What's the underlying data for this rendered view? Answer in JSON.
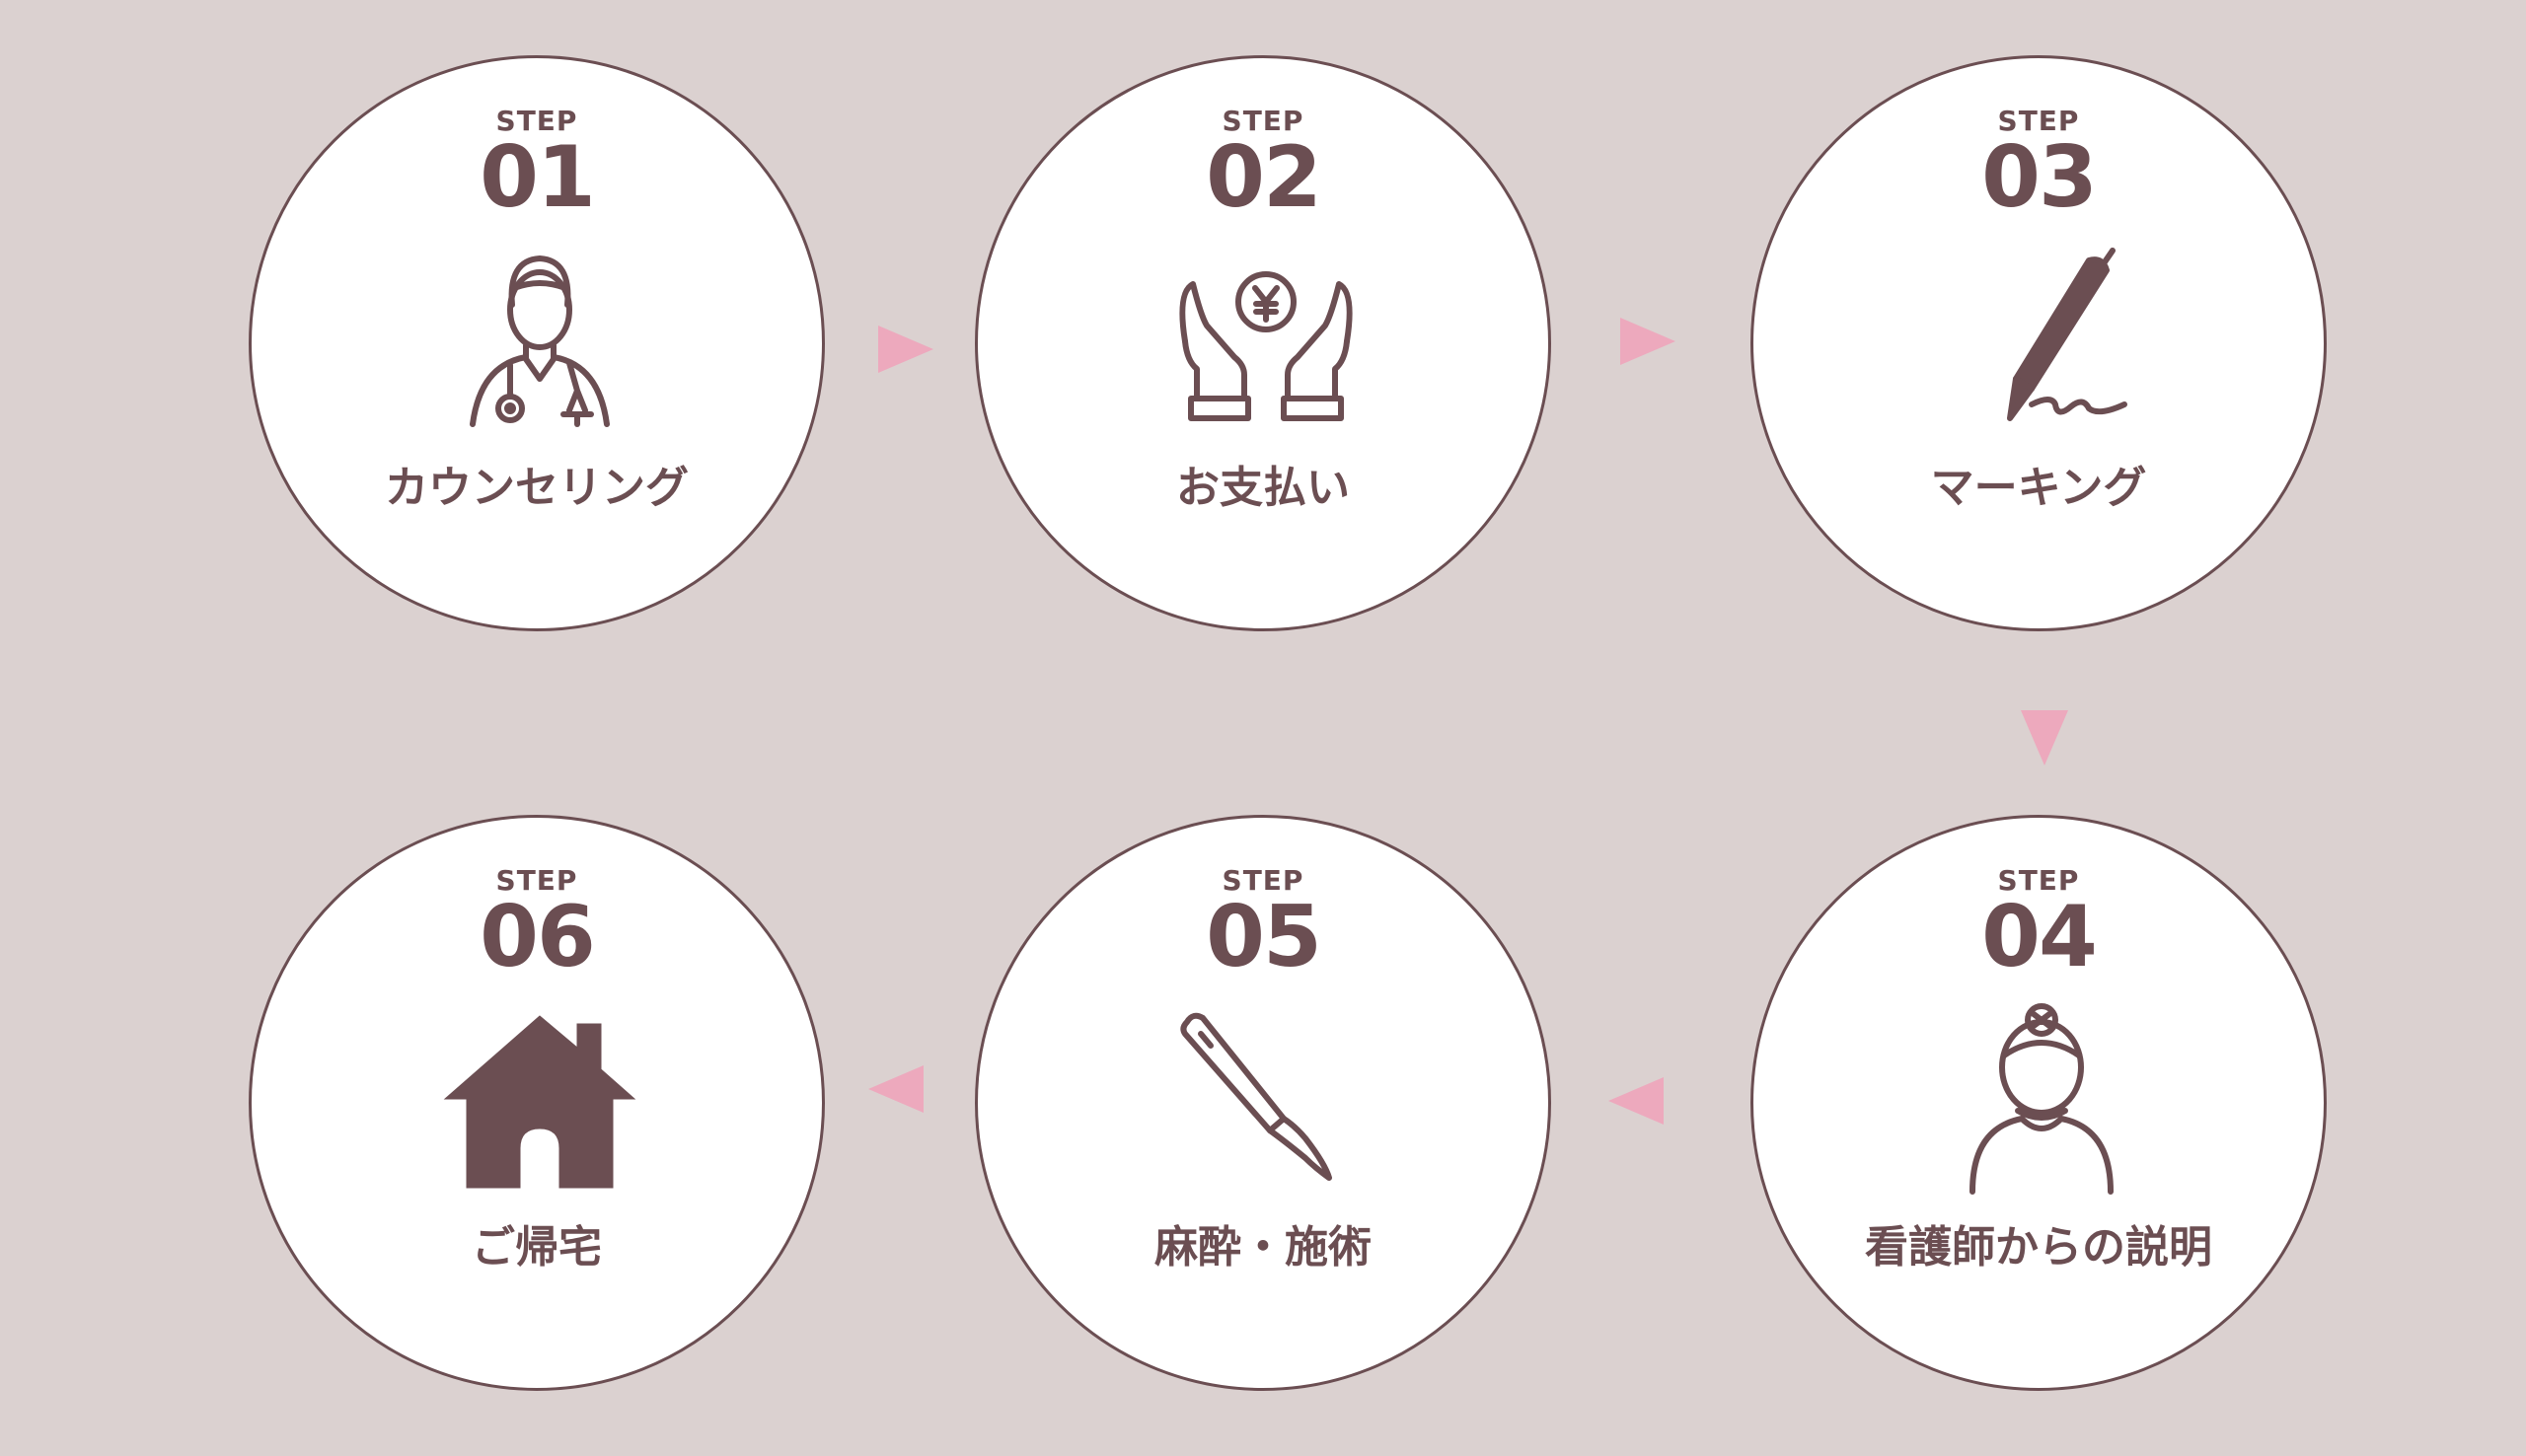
{
  "colors": {
    "background": "#dbd1d0",
    "circle_fill": "#ffffff",
    "circle_border": "#6b4e52",
    "text": "#6b4e52",
    "arrow": "#eda9bd"
  },
  "steps": [
    {
      "step_label": "STEP",
      "number": "01",
      "title": "カウンセリング",
      "icon": "doctor-icon"
    },
    {
      "step_label": "STEP",
      "number": "02",
      "title": "お支払い",
      "icon": "yen-hands-icon"
    },
    {
      "step_label": "STEP",
      "number": "03",
      "title": "マーキング",
      "icon": "pen-icon"
    },
    {
      "step_label": "STEP",
      "number": "04",
      "title": "看護師からの説明",
      "icon": "nurse-icon"
    },
    {
      "step_label": "STEP",
      "number": "05",
      "title": "麻酔・施術",
      "icon": "scalpel-icon"
    },
    {
      "step_label": "STEP",
      "number": "06",
      "title": "ご帰宅",
      "icon": "house-icon"
    }
  ],
  "arrows": [
    {
      "from": "01",
      "to": "02",
      "direction": "right"
    },
    {
      "from": "02",
      "to": "03",
      "direction": "right"
    },
    {
      "from": "03",
      "to": "04",
      "direction": "down"
    },
    {
      "from": "04",
      "to": "05",
      "direction": "left"
    },
    {
      "from": "05",
      "to": "06",
      "direction": "left"
    }
  ]
}
